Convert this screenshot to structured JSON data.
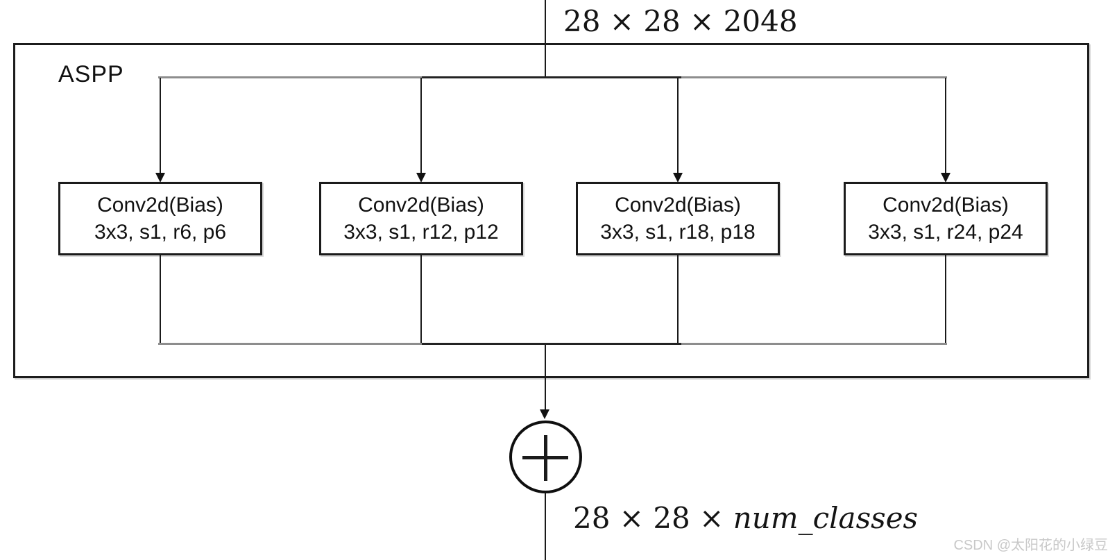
{
  "diagram": {
    "input_dimensions": "28 × 28 × 2048",
    "container_label": "ASPP",
    "conv_blocks": [
      {
        "line1": "Conv2d(Bias)",
        "line2": "3x3, s1, r6, p6"
      },
      {
        "line1": "Conv2d(Bias)",
        "line2": "3x3, s1, r12, p12"
      },
      {
        "line1": "Conv2d(Bias)",
        "line2": "3x3, s1, r18, p18"
      },
      {
        "line1": "Conv2d(Bias)",
        "line2": "3x3, s1, r24, p24"
      }
    ],
    "merge_operator": "+",
    "output_dimensions_prefix": "28 × 28 × ",
    "output_dimensions_variable": "num_classes",
    "watermark": "CSDN @太阳花的小绿豆",
    "colors": {
      "line": "#1a1a1a",
      "connector_gray": "#8d8d8d",
      "watermark": "#c8c8c8",
      "background": "#ffffff"
    }
  }
}
